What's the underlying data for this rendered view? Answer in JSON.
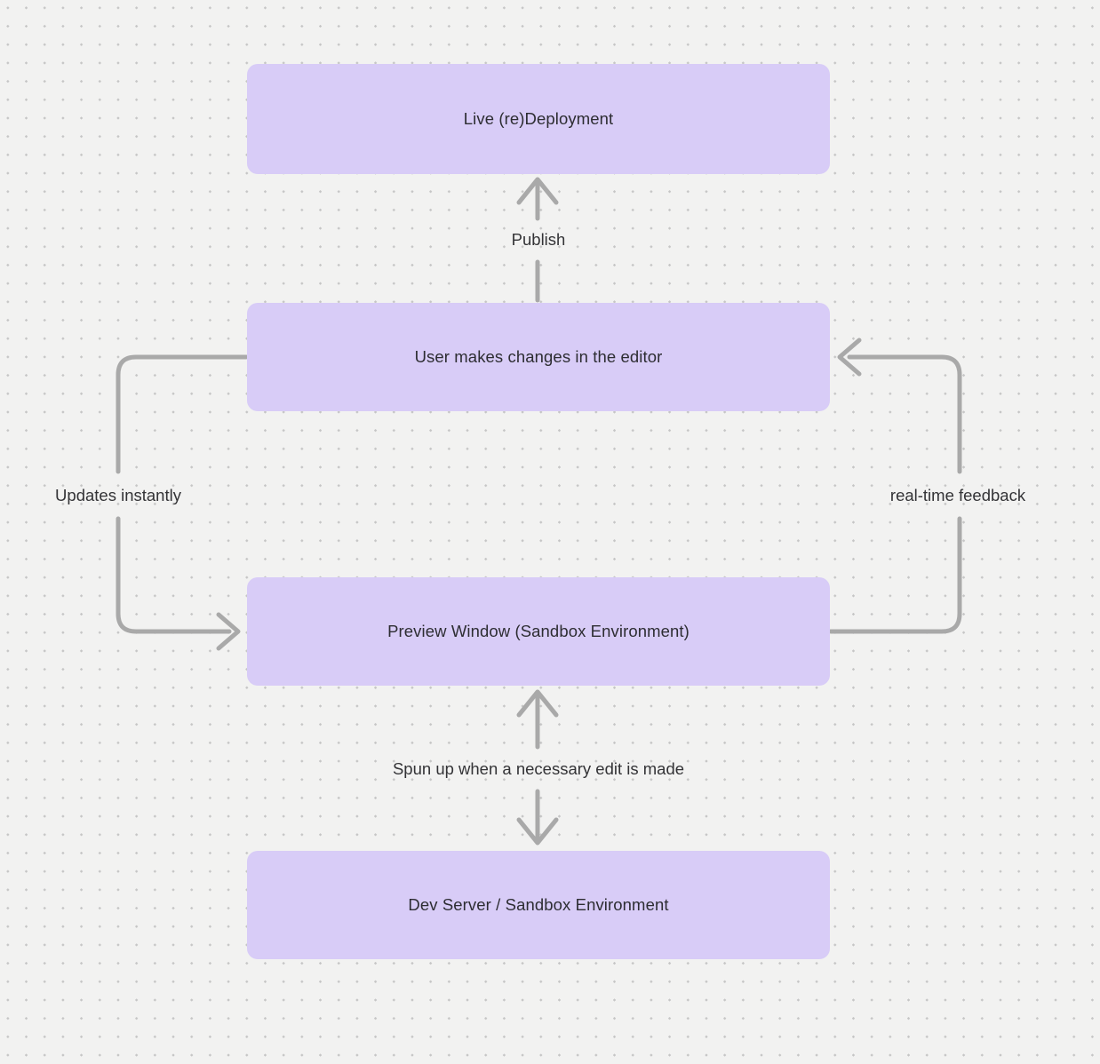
{
  "diagram": {
    "type": "flowchart",
    "background": "#f2f2f1",
    "dot_grid_color": "#c6c6c6"
  },
  "colors": {
    "node_fill": "#d8ccf7",
    "node_text": "#2d2d32",
    "arrow": "#a9a9a9",
    "edge_label_text": "#333336"
  },
  "nodes": [
    {
      "id": "live-redeployment",
      "label": "Live (re)Deployment"
    },
    {
      "id": "user-changes",
      "label": "User makes changes in the editor"
    },
    {
      "id": "preview-window",
      "label": "Preview Window (Sandbox Environment)"
    },
    {
      "id": "dev-server",
      "label": "Dev Server / Sandbox Environment"
    }
  ],
  "edges": [
    {
      "label": "Publish",
      "from": "user-changes",
      "to": "live-redeployment",
      "direction": "up"
    },
    {
      "label": "Updates instantly",
      "from": "user-changes",
      "to": "preview-window",
      "side": "left",
      "direction": "down"
    },
    {
      "label": "real-time feedback",
      "from": "preview-window",
      "to": "user-changes",
      "side": "right",
      "direction": "up"
    },
    {
      "label": "Spun up when a necessary edit is made",
      "from": "preview-window",
      "to": "dev-server",
      "direction": "both"
    }
  ]
}
